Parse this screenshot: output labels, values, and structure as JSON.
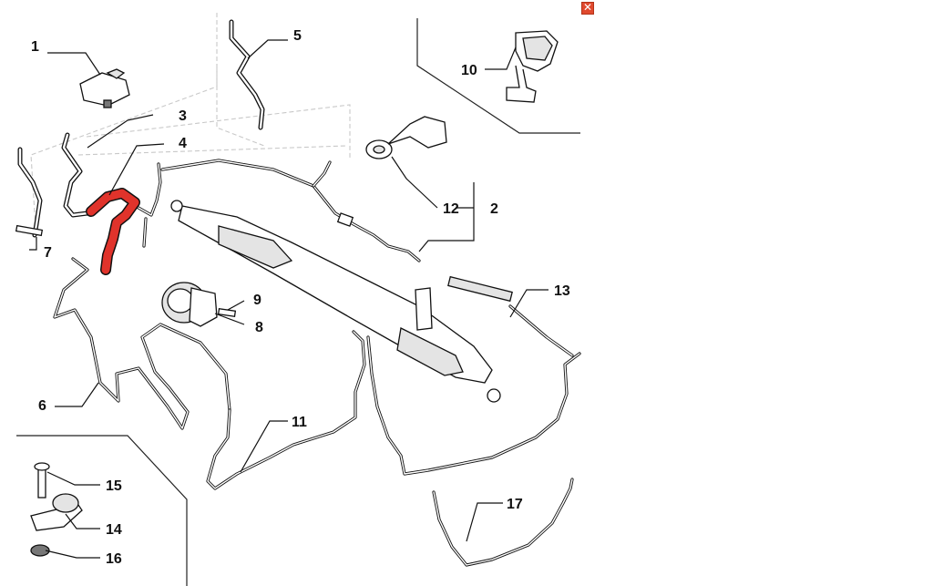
{
  "diagram": {
    "callouts": {
      "c1": "1",
      "c2": "2",
      "c3": "3",
      "c4": "4",
      "c5": "5",
      "c6": "6",
      "c7": "7",
      "c8": "8",
      "c9": "9",
      "c10": "10",
      "c11": "11",
      "c12": "12",
      "c13": "13",
      "c14": "14",
      "c15": "15",
      "c16": "16",
      "c17": "17"
    },
    "highlight_color": "#e0332b",
    "close_button": {
      "icon": "close-icon",
      "glyph": "✕",
      "color": "#e0492e"
    }
  }
}
